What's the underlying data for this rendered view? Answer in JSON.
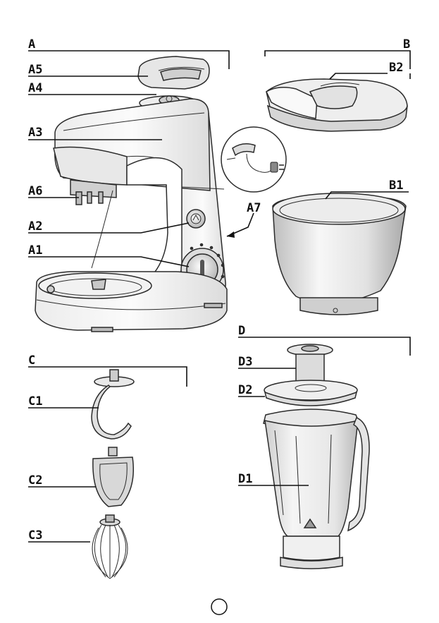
{
  "labels": {
    "A": "A",
    "A1": "A1",
    "A2": "A2",
    "A3": "A3",
    "A4": "A4",
    "A5": "A5",
    "A6": "A6",
    "A7": "A7",
    "B": "B",
    "B1": "B1",
    "B2": "B2",
    "C": "C",
    "C1": "C1",
    "C2": "C2",
    "C3": "C3",
    "D": "D",
    "D1": "D1",
    "D2": "D2",
    "D3": "D3"
  },
  "colors": {
    "line": "#111111",
    "body_fill": "#f4f4f4",
    "shade": "#d9d9d9",
    "dark": "#9a9a9a"
  },
  "icons": [
    "page-number-circle-icon",
    "power-plug-icon"
  ]
}
